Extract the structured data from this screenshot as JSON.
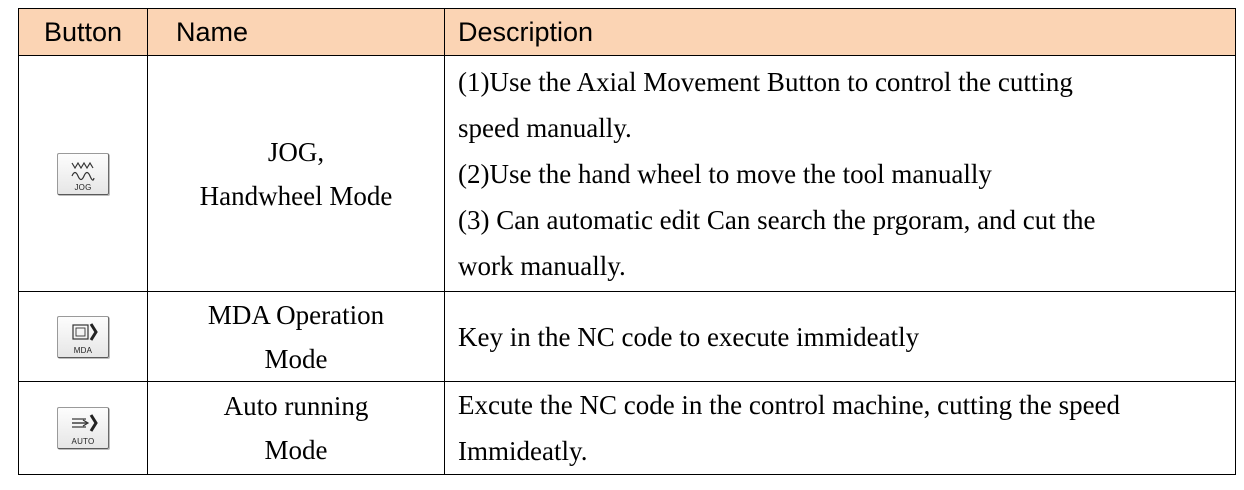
{
  "header": {
    "button": "Button",
    "name": "Name",
    "description": "Description"
  },
  "rows": [
    {
      "icon": "jog-wave-icon",
      "icon_caption": "JOG",
      "name_lines": [
        "JOG,",
        "Handwheel Mode"
      ],
      "description_lines": [
        "(1)Use the Axial Movement Button to control the cutting",
        "speed manually.",
        "(2)Use the hand wheel to move the tool manually",
        "(3) Can automatic edit Can search the prgoram, and cut the",
        "work manually."
      ]
    },
    {
      "icon": "mda-screen-icon",
      "icon_caption": "MDA",
      "name_lines": [
        "MDA Operation",
        "Mode"
      ],
      "description_lines": [
        "Key in the NC code to execute immideatly"
      ]
    },
    {
      "icon": "auto-arrow-icon",
      "icon_caption": "AUTO",
      "name_lines": [
        "Auto running",
        "Mode"
      ],
      "description_lines": [
        "Excute the NC code in the control machine, cutting the speed",
        "Immideatly."
      ]
    }
  ],
  "colors": {
    "header_bg": "#fbd4b4",
    "border": "#000000",
    "text": "#000000"
  }
}
